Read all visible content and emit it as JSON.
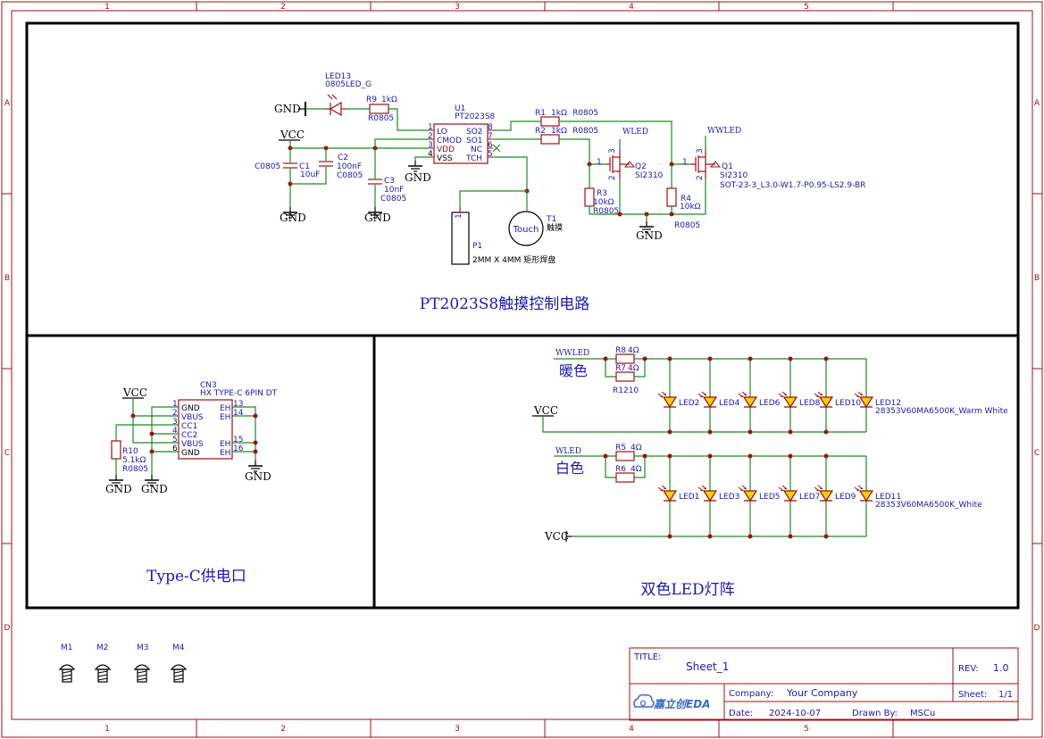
{
  "frame": {
    "cols": [
      "1",
      "2",
      "3",
      "4",
      "5"
    ],
    "rows": [
      "A",
      "B",
      "C",
      "D"
    ]
  },
  "blocks": {
    "touch": "PT2023S8触摸控制电路",
    "typec": "Type-C供电口",
    "led": "双色LED灯阵"
  },
  "touch": {
    "gnd1": "GND",
    "vcc": "VCC",
    "gnd_c1": "GND",
    "gnd_c3": "GND",
    "gnd_u1": "GND",
    "gnd_q": "GND",
    "led13_ref": "LED13",
    "led13_val": "0805LED_G",
    "r9_ref": "R9",
    "r9_val": "1kΩ",
    "r9_pkg": "R0805",
    "u1_ref": "U1",
    "u1_val": "PT2023S8",
    "u1_pins_left": [
      "LO",
      "CMOD",
      "VDD",
      "VSS"
    ],
    "u1_nums_left": [
      "1",
      "2",
      "3",
      "4"
    ],
    "u1_pins_right": [
      "SO2",
      "SO1",
      "NC",
      "TCH"
    ],
    "u1_nums_right": [
      "8",
      "7",
      "6",
      "5"
    ],
    "c1_ref": "C1",
    "c1_val": "10uF",
    "c1_pkg": "C0805",
    "c2_ref": "C2",
    "c2_val": "100nF",
    "c2_pkg": "C0805",
    "c3_ref": "C3",
    "c3_val": "10nF",
    "c3_pkg": "C0805",
    "r1_ref": "R1",
    "r1_val": "1kΩ",
    "r1_pkg": "R0805",
    "r2_ref": "R2",
    "r2_val": "1kΩ",
    "r2_pkg": "R0805",
    "wled": "WLED",
    "wwled": "WWLED",
    "q2_ref": "Q2",
    "q2_val": "SI2310",
    "q1_ref": "Q1",
    "q1_val": "SI2310",
    "q1_pkg": "SOT-23-3_L3.0-W1.7-P0.95-LS2.9-BR",
    "r3_ref": "R3",
    "r3_val": "10kΩ",
    "r3_pkg": "R0805",
    "r4_ref": "R4",
    "r4_val": "10kΩ",
    "r4_pkg": "R0805",
    "p1_ref": "P1",
    "p1_val": "2MM X 4MM 矩形焊盘",
    "t1_ref": "T1",
    "t1_val": "触摸",
    "t1_label": "Touch",
    "pin1": "1",
    "pin2": "2",
    "pin3": "3"
  },
  "typec": {
    "vcc": "VCC",
    "cn3_ref": "CN3",
    "cn3_val": "HX TYPE-C 6PIN DT",
    "pins_left": [
      "GND",
      "VBUS",
      "CC1",
      "CC2",
      "VBUS",
      "GND"
    ],
    "nums_left": [
      "1",
      "2",
      "3",
      "4",
      "5",
      "6"
    ],
    "pins_right": [
      "EH",
      "EH",
      "EH",
      "EH"
    ],
    "nums_right": [
      "13",
      "14",
      "15",
      "16"
    ],
    "r10_ref": "R10",
    "r10_val": "5.1kΩ",
    "r10_pkg": "R0805",
    "gnd": "GND"
  },
  "leds": {
    "wwled": "WWLED",
    "warm_label": "暖色",
    "r8_ref": "R8",
    "r8_val": "4Ω",
    "r7_ref": "R7",
    "r7_val": "4Ω",
    "r_pkg": "R1210",
    "vcc_top": "VCC",
    "warm_leds": [
      "LED2",
      "LED4",
      "LED6",
      "LED8",
      "LED10",
      "LED12"
    ],
    "warm_part": "28353V60MA6500K_Warm White",
    "wled": "WLED",
    "white_label": "白色",
    "r5_ref": "R5",
    "r5_val": "4Ω",
    "r6_ref": "R6",
    "r6_val": "4Ω",
    "white_leds": [
      "LED1",
      "LED3",
      "LED5",
      "LED7",
      "LED9",
      "LED11"
    ],
    "white_part": "28353V60MA6500K_White",
    "vcc_bottom": "VCC"
  },
  "mounts": [
    "M1",
    "M2",
    "M3",
    "M4"
  ],
  "title_block": {
    "title_label": "TITLE:",
    "title": "Sheet_1",
    "rev_label": "REV:",
    "rev": "1.0",
    "logo": "嘉立创EDA",
    "company_label": "Company:",
    "company": "Your Company",
    "sheet_label": "Sheet:",
    "sheet": "1/1",
    "date_label": "Date:",
    "date": "2024-10-07",
    "drawn_label": "Drawn By:",
    "drawn": "MSCu"
  }
}
